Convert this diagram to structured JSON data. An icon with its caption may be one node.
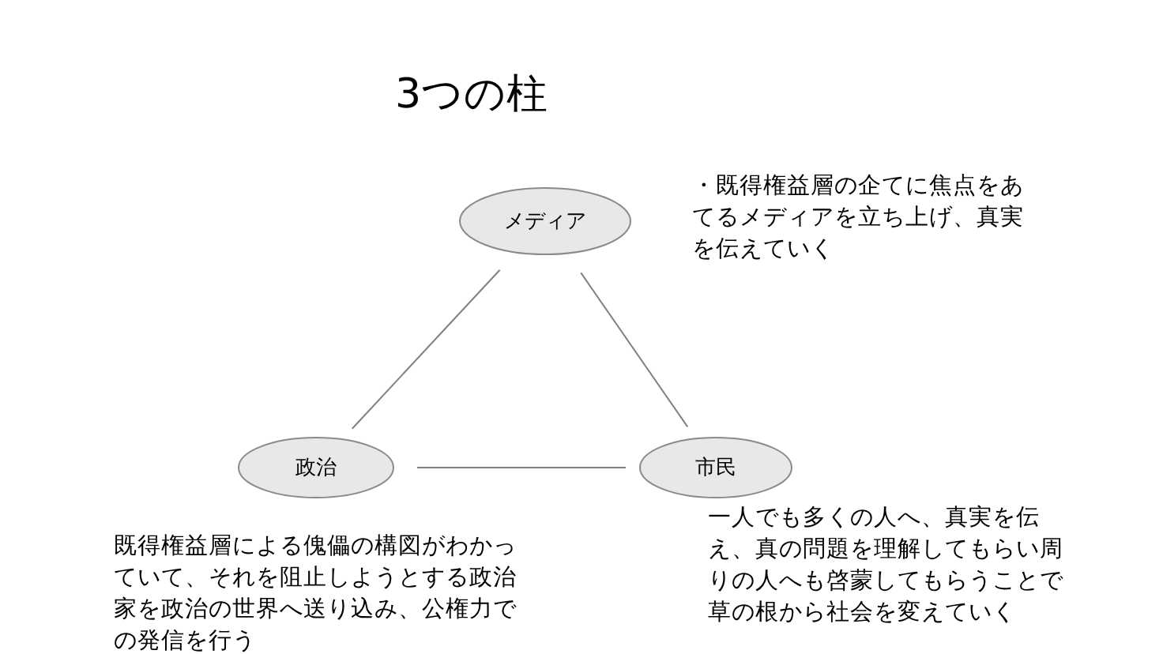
{
  "diagram": {
    "title": "3つの柱",
    "nodes": [
      {
        "text": [
          "メディア"
        ],
        "beside": [
          "・既得権益層の企てに焦点をあてるメディアを立ち上げ、真実を伝えていく"
        ]
      },
      {
        "text": [
          "政治"
        ],
        "beside": [
          "既得権益層による傀儡の構図がわかっていて、それを阻止しようとする政治家を政治の世界へ送り込み、公権力での発信を行う"
        ]
      },
      {
        "text": [
          "市民"
        ],
        "beside": [
          "一人でも多くの人へ、真実を伝え、真の問題を理解してもらい周りの人へも啓蒙してもらうことで草の根から社会を変えていく"
        ]
      }
    ],
    "edges": [
      {
        "from": 0,
        "to": 1,
        "arrow": "none"
      },
      {
        "from": 0,
        "to": 2,
        "arrow": "none"
      },
      {
        "from": 1,
        "to": 2,
        "arrow": "none"
      }
    ]
  }
}
